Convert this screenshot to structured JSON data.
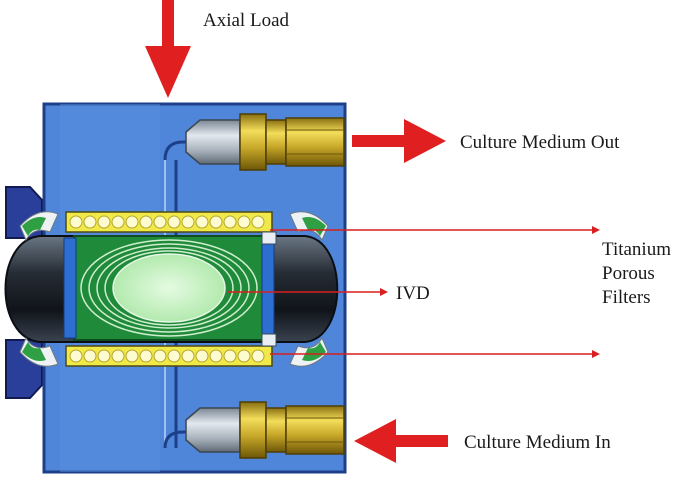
{
  "labels": {
    "axial_load": "Axial Load",
    "culture_out": "Culture Medium Out",
    "culture_in": "Culture Medium In",
    "filters": [
      "Titanium",
      "Porous",
      "Filters"
    ],
    "ivd": "IVD"
  },
  "colors": {
    "housing": "#4f86d9",
    "housing_dark": "#1d3f8a",
    "arrow_red": "#e02020",
    "pointer_red": "#d91e1e",
    "filter_yellow": "#f1e84a",
    "disc_green": "#1f8a3a",
    "nucleus": "#c9f0c4",
    "fitting_gold": "#d9c24a",
    "fitting_steel": "#b9c3cc"
  }
}
